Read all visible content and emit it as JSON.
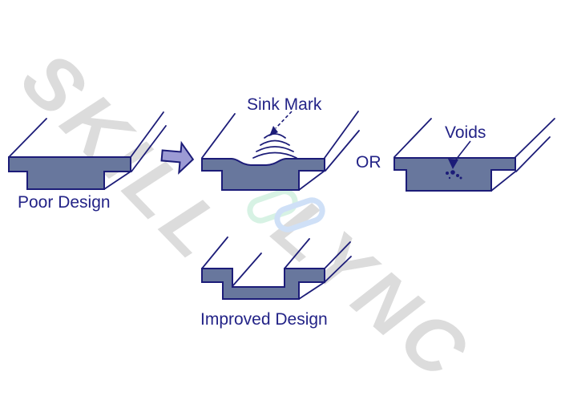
{
  "title": "Sink mark and voids design diagram",
  "watermark": {
    "word1": "SKILL",
    "word2": "LYNC",
    "logo": "skill-lync-chain-link-logo"
  },
  "labels": {
    "poor": "Poor Design",
    "sink": "Sink Mark",
    "or": "OR",
    "voids": "Voids",
    "improved": "Improved Design"
  },
  "icons": {
    "block_arrow": "right-block-arrow",
    "sink_pointer": "dashed-arrow-pointing-to-sink",
    "voids_pointer": "arrow-pointing-to-voids",
    "ripples": "sink-mark-ripple-arcs",
    "void_dots": "void-bubbles"
  },
  "colors": {
    "background": "#ffffff",
    "outline": "#1c1c78",
    "shape_fill": "#68779d",
    "arrow_fill": "#9c9bd4",
    "label_text": "#232387",
    "watermark_gray": "#dcdcdc",
    "logo_green": "#d7f2e4",
    "logo_blue": "#cfe0f7"
  }
}
